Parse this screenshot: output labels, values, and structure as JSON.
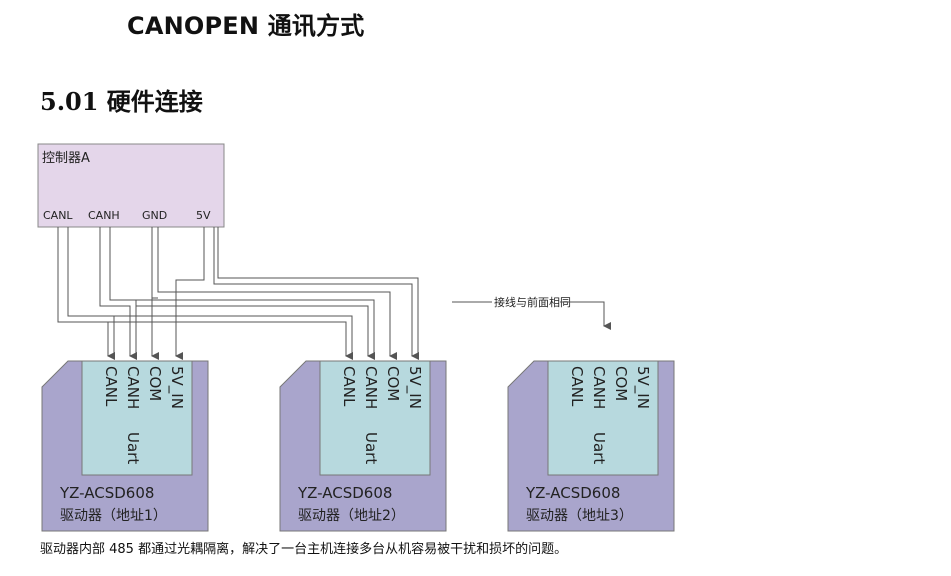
{
  "doc": {
    "title": "CANOPEN 通讯方式",
    "section_heading": "5.01 硬件连接",
    "caption": "驱动器内部 485 都通过光耦隔离，解决了一台主机连接多台从机容易被干扰和损坏的问题。"
  },
  "controller": {
    "label": "控制器A",
    "pins": [
      "CANL",
      "CANH",
      "GND",
      "5V"
    ],
    "fill": "#e4d6ea"
  },
  "note": {
    "label": "接线与前面相同"
  },
  "drivers": [
    {
      "pins": [
        "CANL",
        "CANH",
        "COM",
        "5V_IN"
      ],
      "uart": "Uart",
      "model": "YZ-ACSD608",
      "address": "驱动器（地址1）"
    },
    {
      "pins": [
        "CANL",
        "CANH",
        "COM",
        "5V_IN"
      ],
      "uart": "Uart",
      "model": "YZ-ACSD608",
      "address": "驱动器（地址2）"
    },
    {
      "pins": [
        "CANL",
        "CANH",
        "COM",
        "5V_IN"
      ],
      "uart": "Uart",
      "model": "YZ-ACSD608",
      "address": "驱动器（地址3）"
    }
  ],
  "colors": {
    "driver_fill": "#a9a5cc",
    "module_fill": "#b7d9de",
    "wire": "#555555"
  }
}
